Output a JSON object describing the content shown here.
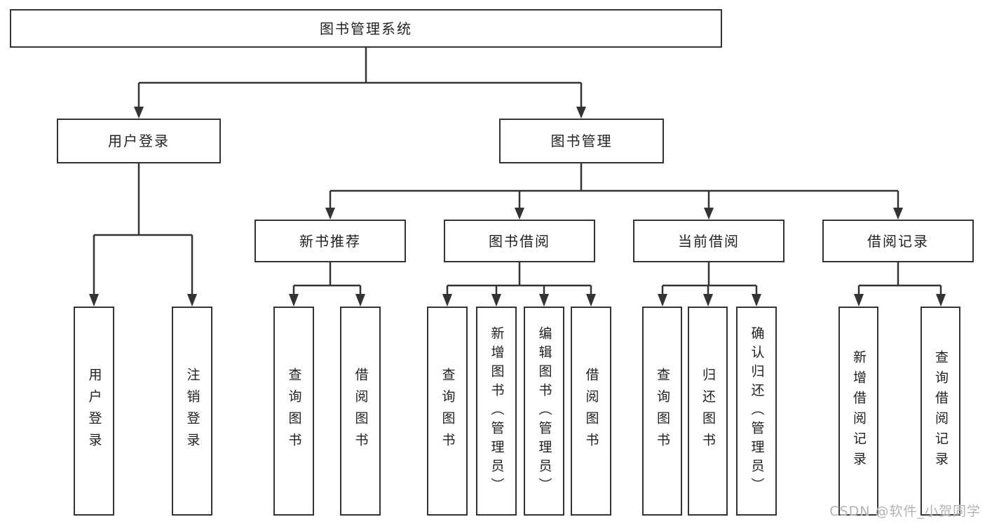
{
  "colors": {
    "line": "#333333",
    "box_border": "#333333",
    "text": "#222222",
    "watermark": "#b3b3b3",
    "background": "#ffffff"
  },
  "tree": {
    "root": "图书管理系统",
    "branches": [
      {
        "label": "用户登录",
        "children": [
          "用户登录",
          "注销登录"
        ]
      },
      {
        "label": "图书管理",
        "sections": [
          {
            "label": "新书推荐",
            "children": [
              "查询图书",
              "借阅图书"
            ]
          },
          {
            "label": "图书借阅",
            "children": [
              "查询图书",
              "新增图书（管理员）",
              "编辑图书（管理员）",
              "借阅图书"
            ]
          },
          {
            "label": "当前借阅",
            "children": [
              "查询图书",
              "归还图书",
              "确认归还（管理员）"
            ]
          },
          {
            "label": "借阅记录",
            "children": [
              "新增借阅记录",
              "查询借阅记录"
            ]
          }
        ]
      }
    ]
  },
  "watermark": "CSDN @软件_小贺同学"
}
